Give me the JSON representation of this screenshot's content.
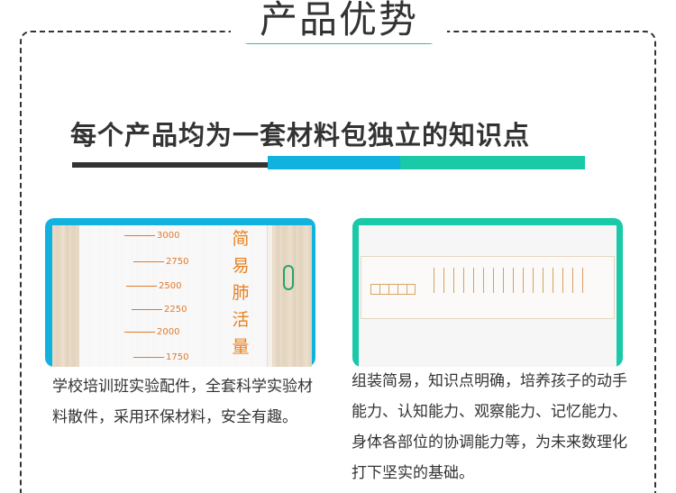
{
  "section": {
    "title": "产品优势",
    "headline": "每个产品均为一套材料包独立的知识点"
  },
  "colors": {
    "accent_teal": "#19c9a8",
    "accent_blue": "#12b2df",
    "text_dark": "#333333",
    "label_orange": "#e98220"
  },
  "cards": [
    {
      "photo": {
        "scale_labels": [
          "3000",
          "2750",
          "2500",
          "2250",
          "2000",
          "1750"
        ],
        "vertical_label": [
          "简",
          "易",
          "肺",
          "活",
          "量"
        ]
      },
      "description": "学校培训班实验配件，全套科学实验材料散件，采用环保材料，安全有趣。"
    },
    {
      "description": "组装简易，知识点明确，培养孩子的动手能力、认知能力、观察能力、记忆能力、身体各部位的协调能力等，为未来数理化打下坚实的基础。"
    }
  ]
}
